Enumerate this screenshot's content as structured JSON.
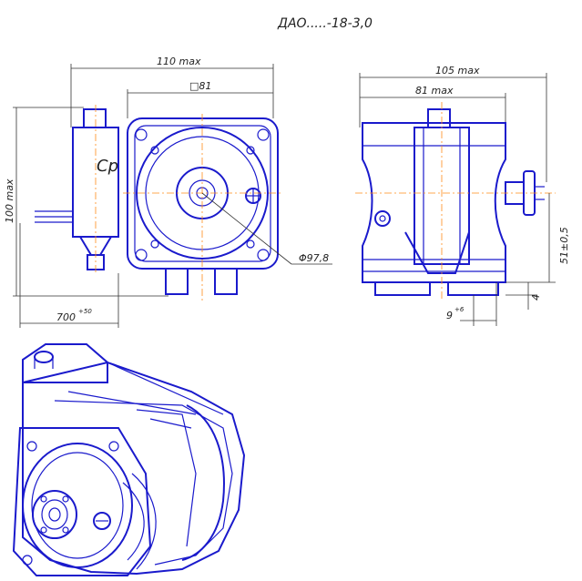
{
  "title": "ДАО.....-18-3,0",
  "labels": {
    "width_110": "110 max",
    "square_81": "□81",
    "capacitor": "Cp",
    "height_100": "100 max",
    "dim_700": "700",
    "dim_700_tol": "+50",
    "diameter_97": "Φ97,8",
    "width_105": "105 max",
    "width_81": "81 max",
    "dim_51": "51±0,5",
    "dim_4": "4",
    "dim_9": "9",
    "dim_9_tol": "+6"
  },
  "colors": {
    "lines": "#1a1acc",
    "centerlines": "#ff8c1a",
    "dimensions": "#333333"
  }
}
